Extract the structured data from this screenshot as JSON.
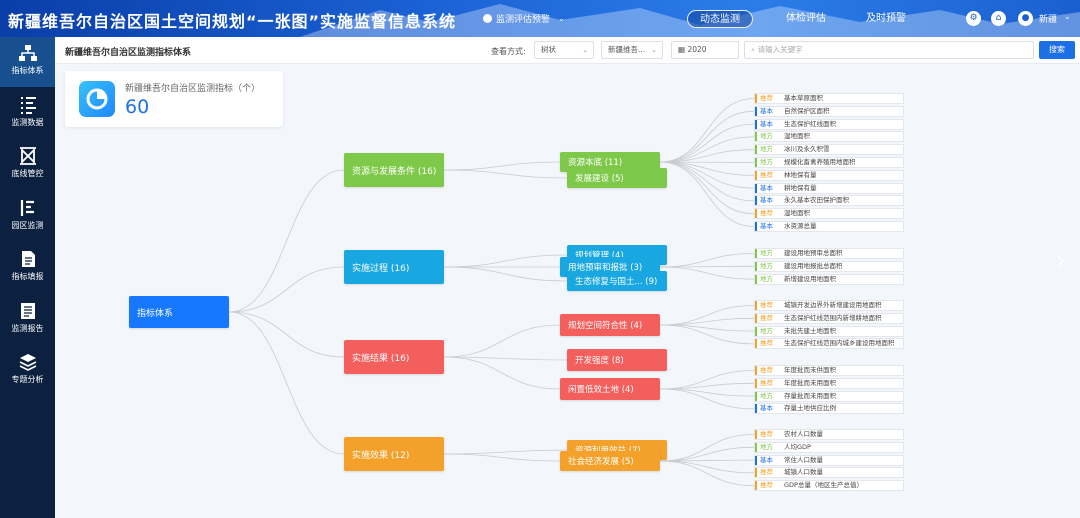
{
  "header": {
    "title": "新疆维吾尔自治区国土空间规划“一张图”实施监督信息系统",
    "module_select": "监测评估预警",
    "tabs": [
      "动态监测",
      "体检评估",
      "及时预警"
    ],
    "active_tab": "动态监测",
    "user": "新疆"
  },
  "sidebar": {
    "items": [
      {
        "label": "指标体系",
        "icon": "org-chart-icon",
        "active": true
      },
      {
        "label": "监测数据",
        "icon": "list-icon"
      },
      {
        "label": "底线管控",
        "icon": "boundary-icon"
      },
      {
        "label": "园区监测",
        "icon": "park-icon"
      },
      {
        "label": "指标填报",
        "icon": "form-icon"
      },
      {
        "label": "监测报告",
        "icon": "report-icon"
      },
      {
        "label": "专题分析",
        "icon": "layers-icon"
      }
    ]
  },
  "toolbar": {
    "title": "新疆维吾尔自治区监测指标体系",
    "view_mode_label": "查看方式:",
    "view_mode": "树状",
    "region": "新疆维吾...",
    "year": "2020",
    "search_placeholder": "请输入关键字",
    "search_button": "搜索"
  },
  "stat": {
    "label": "新疆维吾尔自治区监测指标（个）",
    "value": "60"
  },
  "colors": {
    "root": "#1677ff",
    "green": "#7ec84a",
    "blue": "#18a7e0",
    "red": "#f25f5c",
    "orange": "#f3a12a",
    "tag_recommend": "#f3a12a",
    "tag_basic": "#1d6fe6",
    "tag_local": "#7ec84a"
  },
  "tree": {
    "root": "指标体系",
    "branches": [
      {
        "name": "资源与发展条件",
        "count": "(16)",
        "color": "green",
        "children": [
          {
            "name": "资源本底",
            "count": "(11)"
          },
          {
            "name": "发展建设",
            "count": "(5)"
          }
        ],
        "leaves": [
          {
            "tag": "推荐",
            "text": "基本草原面积"
          },
          {
            "tag": "基本",
            "text": "自然保护区面积"
          },
          {
            "tag": "基本",
            "text": "生态保护红线面积"
          },
          {
            "tag": "地方",
            "text": "湿地面积"
          },
          {
            "tag": "地方",
            "text": "冰川及永久积雪"
          },
          {
            "tag": "地方",
            "text": "规模化畜禽养殖用地面积"
          },
          {
            "tag": "推荐",
            "text": "林地保有量"
          },
          {
            "tag": "基本",
            "text": "耕地保有量"
          },
          {
            "tag": "基本",
            "text": "永久基本农田保护面积"
          },
          {
            "tag": "推荐",
            "text": "湿地面积"
          },
          {
            "tag": "基本",
            "text": "水资源总量"
          }
        ]
      },
      {
        "name": "实施过程",
        "count": "(16)",
        "color": "blue",
        "children": [
          {
            "name": "规划管理",
            "count": "(4)"
          },
          {
            "name": "用地预审和报批",
            "count": "(3)"
          },
          {
            "name": "生态修复与国土...",
            "count": "(9)"
          }
        ],
        "leaves": [
          {
            "tag": "地方",
            "text": "建设用地预审总面积"
          },
          {
            "tag": "地方",
            "text": "建设用地报批总面积"
          },
          {
            "tag": "地方",
            "text": "新增建设用地面积"
          }
        ]
      },
      {
        "name": "实施结果",
        "count": "(16)",
        "color": "red",
        "children": [
          {
            "name": "规划空间符合性",
            "count": "(4)"
          },
          {
            "name": "开发强度",
            "count": "(8)"
          },
          {
            "name": "闲置低效土地",
            "count": "(4)"
          }
        ],
        "leaves_a": [
          {
            "tag": "推荐",
            "text": "城镇开发边界外新增建设用地面积"
          },
          {
            "tag": "推荐",
            "text": "生态保护红线范围内新增耕地面积"
          },
          {
            "tag": "地方",
            "text": "未批先建土地面积"
          },
          {
            "tag": "推荐",
            "text": "生态保护红线范围内城乡建设用地面积"
          }
        ],
        "leaves_b": [
          {
            "tag": "推荐",
            "text": "年度批而未供面积"
          },
          {
            "tag": "推荐",
            "text": "年度批而未用面积"
          },
          {
            "tag": "地方",
            "text": "存量批而未用面积"
          },
          {
            "tag": "基本",
            "text": "存量土地供应比例"
          }
        ]
      },
      {
        "name": "实施效果",
        "count": "(12)",
        "color": "orange",
        "children": [
          {
            "name": "资源利用效益",
            "count": "(7)"
          },
          {
            "name": "社会经济发展",
            "count": "(5)"
          }
        ],
        "leaves": [
          {
            "tag": "推荐",
            "text": "农村人口数量"
          },
          {
            "tag": "地方",
            "text": "人均GDP"
          },
          {
            "tag": "基本",
            "text": "常住人口数量"
          },
          {
            "tag": "推荐",
            "text": "城镇人口数量"
          },
          {
            "tag": "推荐",
            "text": "GDP总量（地区生产总值）"
          }
        ]
      }
    ]
  }
}
